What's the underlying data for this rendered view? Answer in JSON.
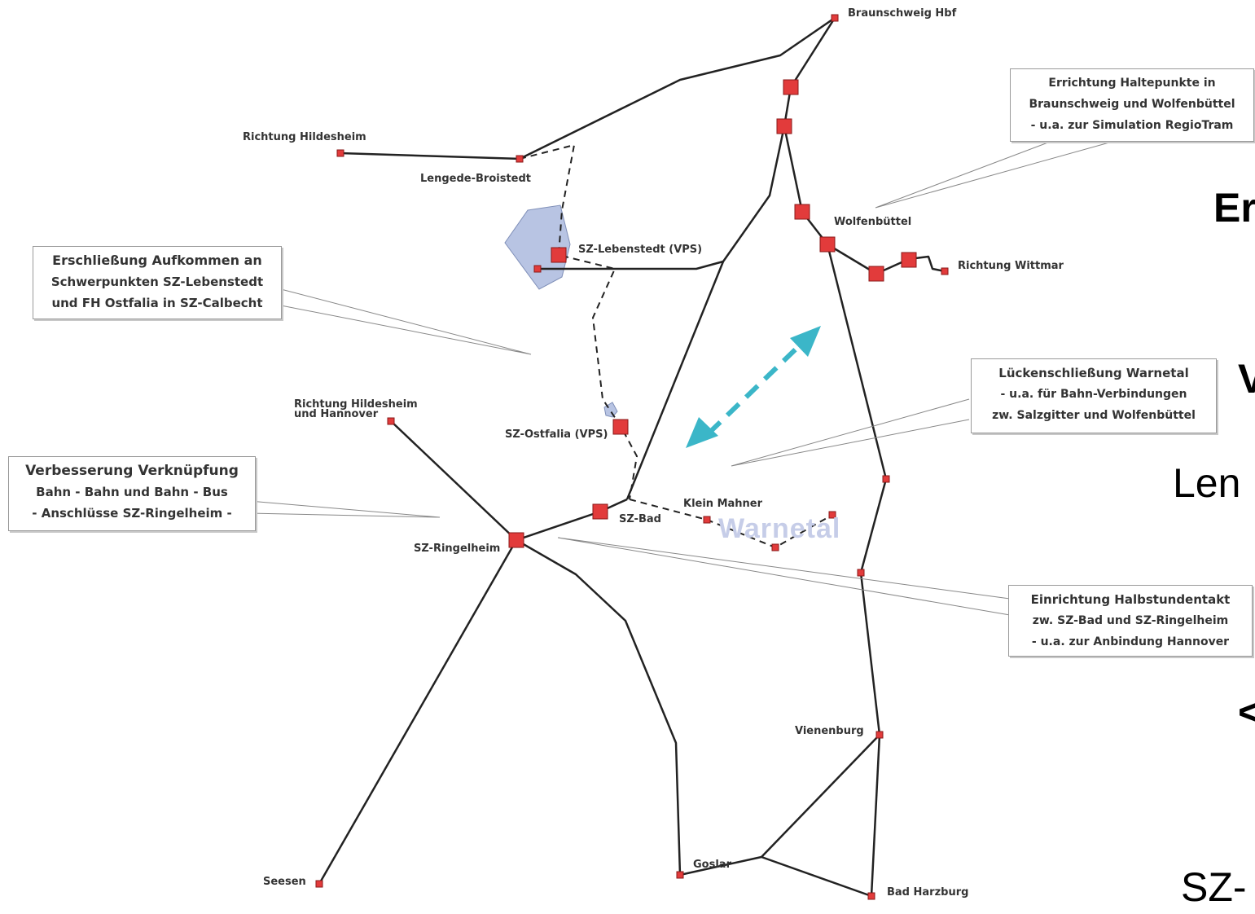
{
  "stations": {
    "braunschweig_hbf": "Braunschweig Hbf",
    "richtung_hildesheim": "Richtung Hildesheim",
    "lengede_broistedt": "Lengede-Broistedt",
    "wolfenbuettel": "Wolfenbüttel",
    "richtung_wittmar": "Richtung Wittmar",
    "sz_lebenstedt": "SZ-Lebenstedt (VPS)",
    "richtung_hildesheim_hannover_1": "Richtung Hildesheim",
    "richtung_hildesheim_hannover_2": "und Hannover",
    "sz_ostfalia": "SZ-Ostfalia (VPS)",
    "klein_mahner": "Klein Mahner",
    "sz_bad": "SZ-Bad",
    "sz_ringelheim": "SZ-Ringelheim",
    "vienenburg": "Vienenburg",
    "goslar": "Goslar",
    "bad_harzburg": "Bad Harzburg",
    "seesen": "Seesen"
  },
  "area_label": "Warnetal",
  "callouts": {
    "haltepunkte": [
      "Errichtung Haltepunkte in",
      "Braunschweig und Wolfenbüttel",
      "- u.a. zur Simulation RegioTram"
    ],
    "erschliessung": [
      "Erschließung Aufkommen an",
      "Schwerpunkten SZ-Lebenstedt",
      "und FH Ostfalia in SZ-Calbecht"
    ],
    "lueckenschliessung": [
      "Lückenschließung Warnetal",
      "- u.a. für Bahn-Verbindungen",
      "zw. Salzgitter und Wolfenbüttel"
    ],
    "verknuepfung": [
      "Verbesserung Verknüpfung",
      "Bahn - Bahn und Bahn - Bus",
      "- Anschlüsse SZ-Ringelheim -"
    ],
    "halbstundentakt": [
      "Einrichtung Halbstundentakt",
      "zw. SZ-Bad und SZ-Ringelheim",
      "- u.a. zur Anbindung Hannover"
    ]
  },
  "slide_fragments": [
    "Er",
    "V",
    "Len",
    "<",
    "SZ-"
  ],
  "colors": {
    "line": "#222222",
    "station_fill": "#e23b3b",
    "area_fill": "#b8c4e3",
    "arrow": "#3bb6c8"
  }
}
